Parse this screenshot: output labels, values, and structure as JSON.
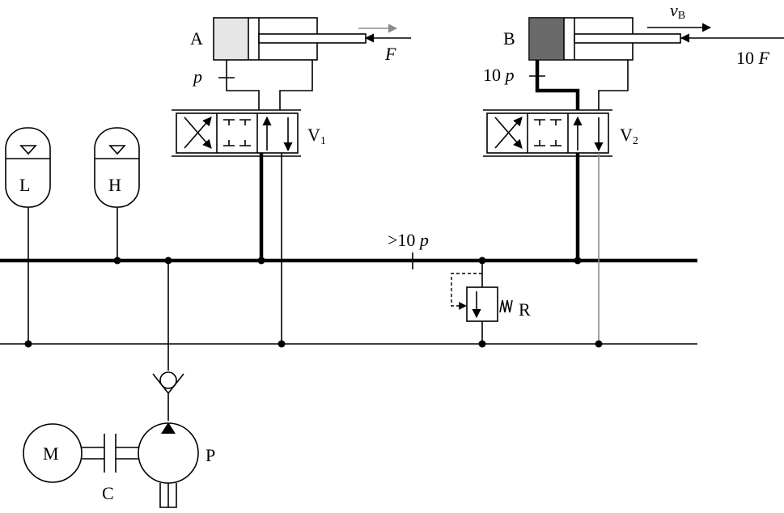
{
  "labels": {
    "cyl_a": "A",
    "cyl_b": "B",
    "force_a": "F",
    "force_b": "10 F",
    "pressure_a": "p",
    "pressure_b": "10 p",
    "velocity_b_main": "v",
    "velocity_b_sub": "B",
    "valve_1_main": "V",
    "valve_1_sub": "1",
    "valve_2_main": "V",
    "valve_2_sub": "2",
    "accumulator_low": "L",
    "accumulator_high": "H",
    "line_pressure": ">10 p",
    "relief_valve": "R",
    "motor": "M",
    "coupling": "C",
    "pump": "P"
  },
  "colors": {
    "line": "#000000",
    "piston_a": "#e6e6e6",
    "piston_b": "#6a6a6a",
    "arrow_gray": "#8a8a8a"
  },
  "icons": {
    "accumulator": "triangle-symbol",
    "check_valve": "check-valve-symbol",
    "spring": "zigzag-spring-symbol"
  }
}
